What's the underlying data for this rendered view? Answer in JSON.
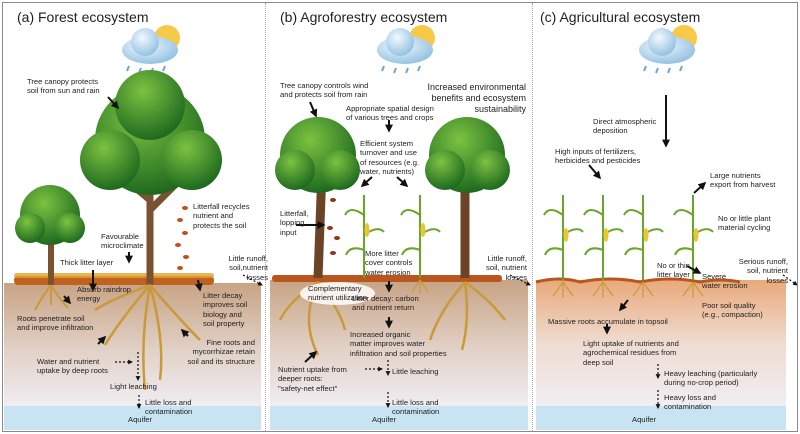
{
  "colors": {
    "soil_forest": "#c8a384",
    "soil_agri": "#e9a97a",
    "aquifer": "#c8e3f1",
    "foliage": "#3f8f2a",
    "root": "#c99a3a",
    "trunk": "#7a5232",
    "litter": "#b8561e"
  },
  "panels": [
    {
      "title": "(a) Forest ecosystem",
      "labels": {
        "canopy": "Tree canopy protects\nsoil from sun and rain",
        "litterfall": "Litterfall recycles\nnutrient and\nprotects the soil",
        "microclimate": "Favourable\nmicroclimate",
        "litter_layer": "Thick litter layer",
        "runoff": "Little runoff,\nsoil,nutrient\nlosses",
        "raindrop": "Absorb raindrop\nenergy",
        "decay": "Litter decay\nimproves soil\nbiology and\nsoil property",
        "roots": "Roots penetrate soil\nand improve infiltration",
        "fine_roots": "Fine roots and\nmycorrhizae retain\nsoil and its structure",
        "uptake": "Water and nutrient\nuptake by deep roots",
        "leaching": "Light leaching",
        "loss": "Little loss and\ncontamination",
        "aquifer": "Aquifer"
      }
    },
    {
      "title": "(b) Agroforestry ecosystem",
      "labels": {
        "canopy": "Tree canopy controls wind\nand protects soil from rain",
        "benefits": "Increased environmental\nbenefits and ecosystem\nsustainability",
        "design": "Appropriate spatial design\nof various trees and crops",
        "efficient": "Efficient system\nturnover and use\nof resources (e.g.\nwater, nutrients)",
        "litterfall": "Litterfall,\nlopping\ninput",
        "litter_cover": "More litter\ncover controls\nwater erosion",
        "runoff": "Little runoff,\nsoil, nutrient\nlosses",
        "complementary": "Complementary\nnutrient utilization",
        "decay": "Litter decay: carbon\nand nutrient return",
        "organic": "Increased organic\nmatter improves water\ninfiltration and soil properties",
        "uptake": "Nutrient uptake from\ndeeper roots:\n\"safety-net effect\"",
        "leaching": "Little leaching",
        "loss": "Little loss and\ncontamination",
        "aquifer": "Aquifer"
      }
    },
    {
      "title": "(c) Agricultural ecosystem",
      "labels": {
        "deposition": "Direct atmospheric\ndeposition",
        "inputs": "High inputs of fertilizers,\nherbicides and pesticides",
        "export": "Large nutrients\nexport from harvest",
        "cycling": "No or little plant\nmaterial cycling",
        "runoff": "Serious runoff,\nsoil, nutrient\nlosses",
        "thin_litter": "No or thin\nlitter layer",
        "erosion": "Severe\nwater erosion",
        "soil_quality": "Poor soil quality\n(e.g., compaction)",
        "massive_roots": "Massive roots accumulate in topsoil",
        "light_uptake": "Light uptake of nutrients and\nagrochemical residues from\ndeep soil",
        "leaching": "Heavy leaching (particularly\nduring no-crop period)",
        "loss": "Heavy loss and\ncontamination",
        "aquifer": "Aquifer"
      }
    }
  ]
}
